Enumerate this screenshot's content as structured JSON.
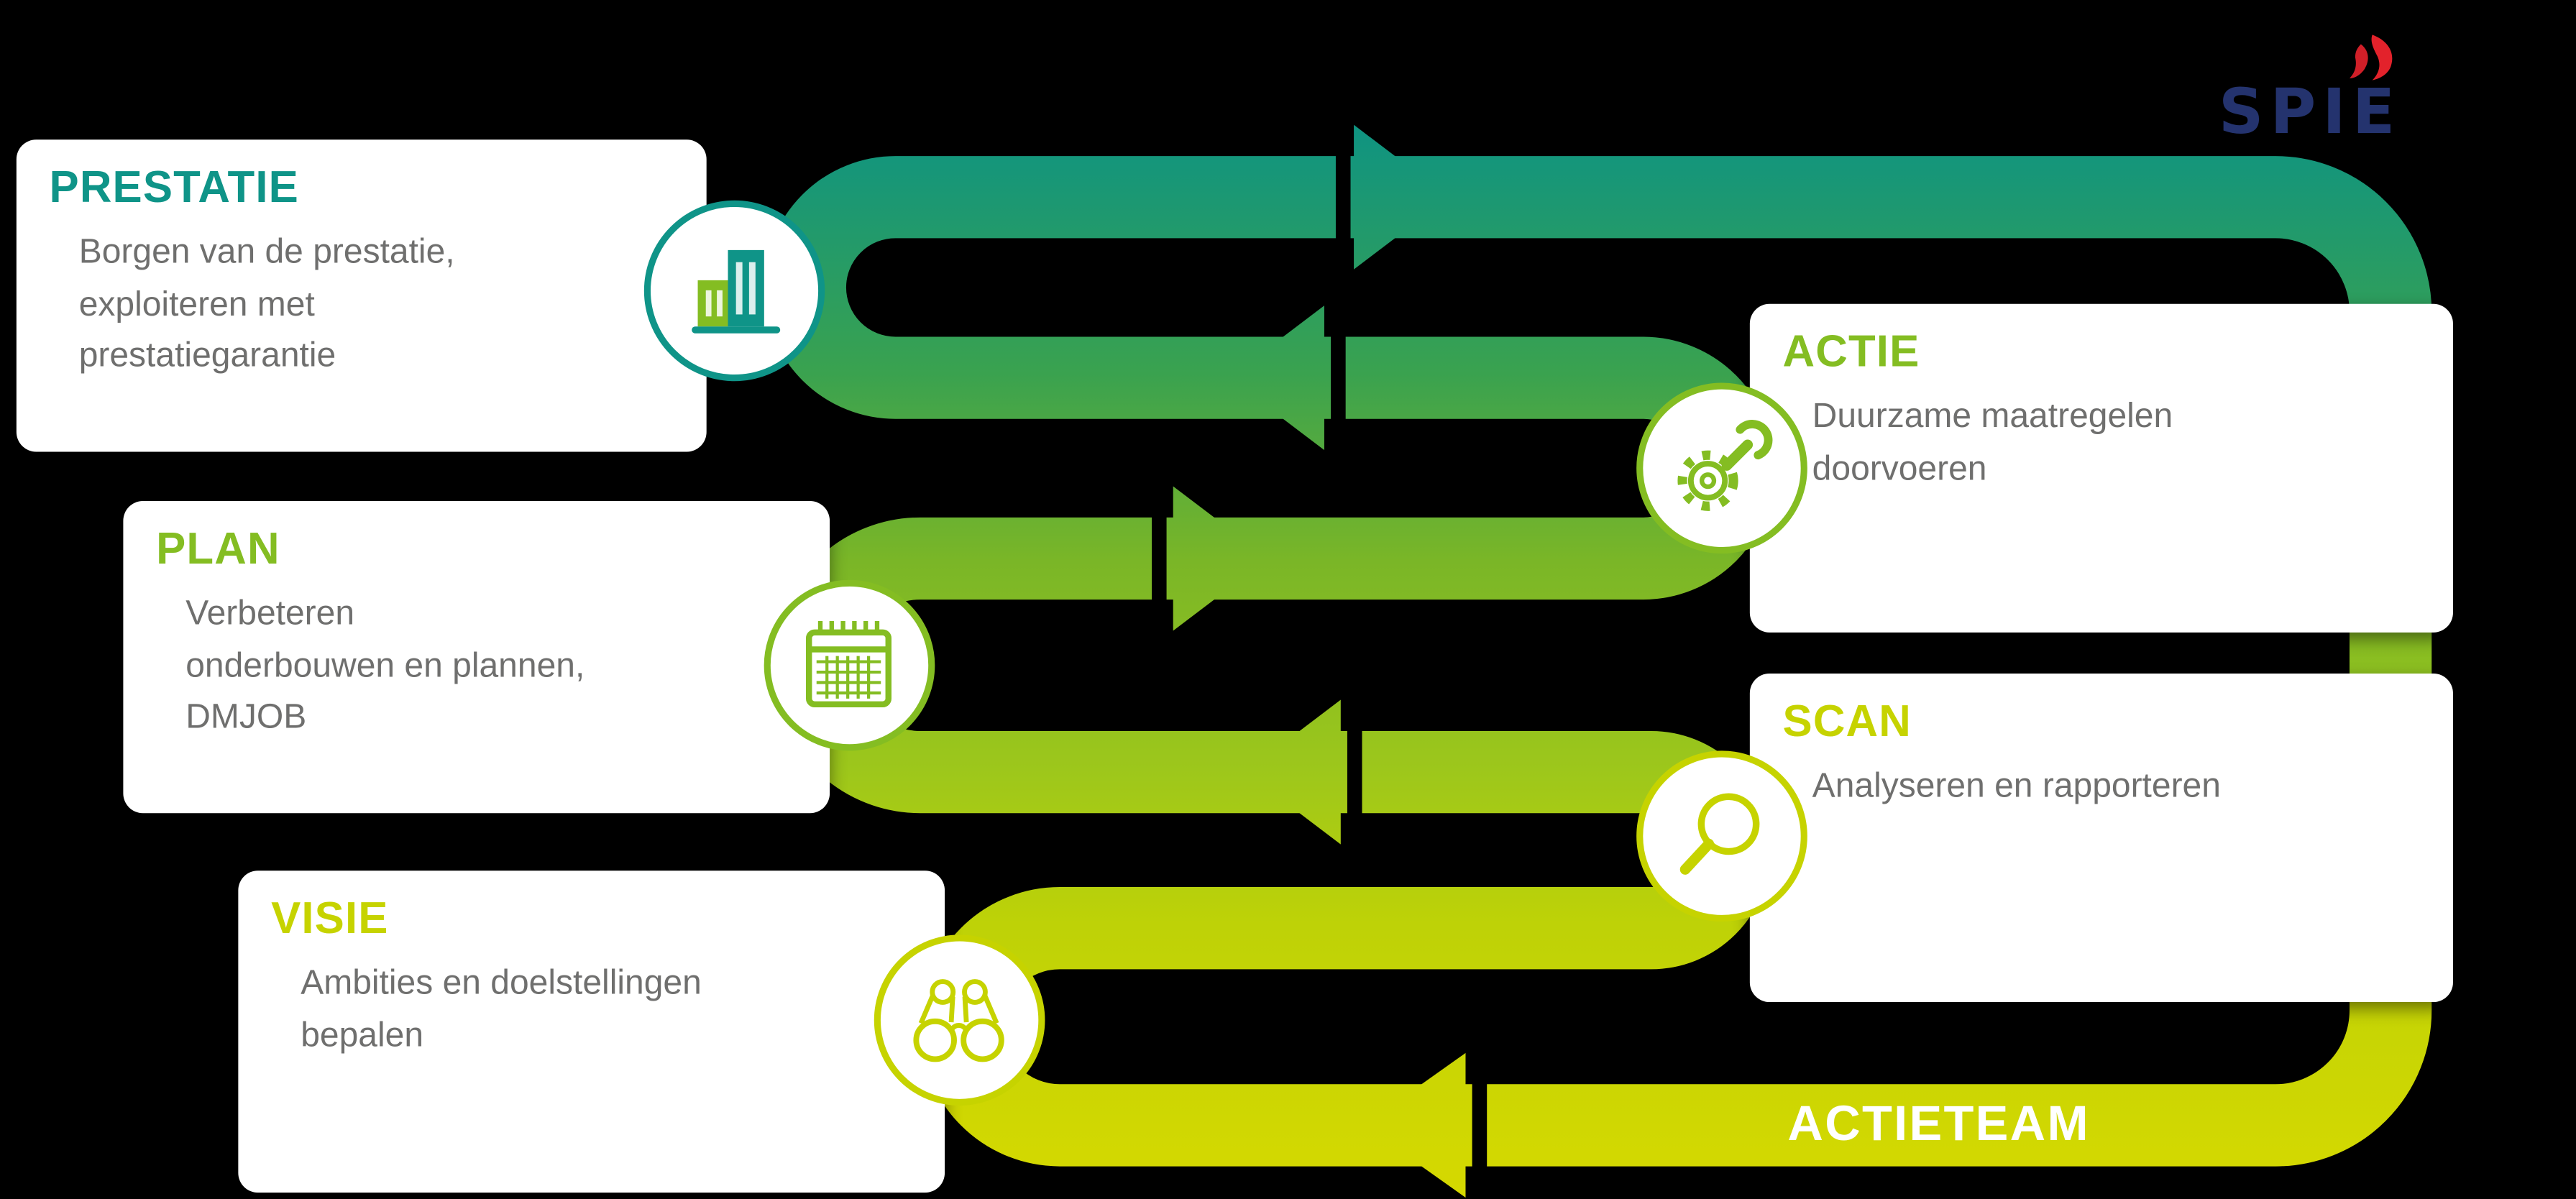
{
  "background_color": "#000000",
  "logo": {
    "text": "SPIE",
    "text_color": "#24336e",
    "flame_color": "#e3222b"
  },
  "stages": [
    {
      "title": "PRESTATIE",
      "body": "Borgen van de prestatie,\nexploiteren met\nprestatiegarantie",
      "accent": "#0f9488",
      "icon": "buildings-icon"
    },
    {
      "title": "PLAN",
      "body": "Verbeteren\nonderbouwen en plannen,\nDMJOB",
      "accent": "#84bd22",
      "icon": "calendar-icon"
    },
    {
      "title": "VISIE",
      "body": "Ambities en doelstellingen\nbepalen",
      "accent": "#c6d300",
      "icon": "binoculars-icon"
    },
    {
      "title": "ACTIE",
      "body": "Duurzame maatregelen\ndoorvoeren",
      "accent": "#84bd22",
      "icon": "gear-wrench-icon"
    },
    {
      "title": "SCAN",
      "body": "Analyseren en rapporteren",
      "accent": "#c6d300",
      "icon": "magnifier-icon"
    }
  ],
  "flow": {
    "loop_label": "ACTIETEAM",
    "loop_label_color": "#ffffff",
    "box_background": "#ffffff",
    "body_text_color": "#6f6f6e",
    "gradient_stops": [
      "#0a9287",
      "#3aa24f",
      "#7ab627",
      "#9dc71b",
      "#bed207",
      "#d6d900"
    ],
    "direction_arrows": [
      "top-right",
      "upper-left",
      "middle-right",
      "lower-left",
      "bottom-left"
    ]
  }
}
